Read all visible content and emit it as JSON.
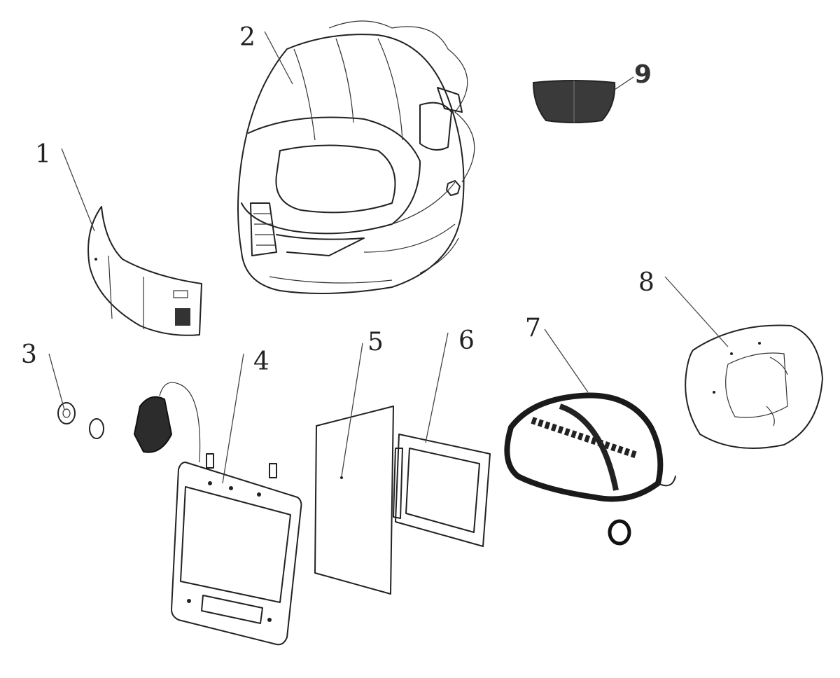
{
  "diagram": {
    "type": "exploded-parts-view",
    "callouts": [
      {
        "id": "1",
        "label": "1",
        "part": "outer-cover-lens"
      },
      {
        "id": "2",
        "label": "2",
        "part": "helmet-shell"
      },
      {
        "id": "3",
        "label": "3",
        "part": "rings"
      },
      {
        "id": "4",
        "label": "4",
        "part": "filter-cartridge-frame"
      },
      {
        "id": "5",
        "label": "5",
        "part": "inner-cover-lens"
      },
      {
        "id": "6",
        "label": "6",
        "part": "auto-darkening-filter"
      },
      {
        "id": "7",
        "label": "7",
        "part": "headgear"
      },
      {
        "id": "8",
        "label": "8",
        "part": "head-cover"
      },
      {
        "id": "9",
        "label": "9",
        "part": "sweatband-pad"
      }
    ]
  }
}
